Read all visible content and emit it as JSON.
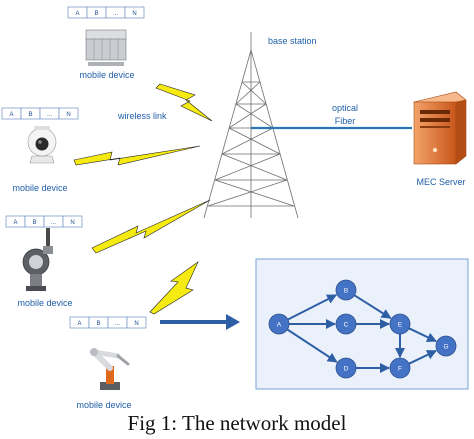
{
  "queue_cells": [
    "A",
    "B",
    "...",
    "N"
  ],
  "devices": [
    {
      "label": "mobile device"
    },
    {
      "label": "mobile device"
    },
    {
      "label": "mobile device"
    },
    {
      "label": "mobile device"
    }
  ],
  "labels": {
    "base_station": "base station",
    "wireless_link": "wireless link",
    "optical_fiber_line1": "optical",
    "optical_fiber_line2": "Fiber",
    "mec_server": "MEC Server"
  },
  "graph": {
    "nodes": [
      "A",
      "B",
      "C",
      "D",
      "E",
      "F",
      "G"
    ],
    "edges": [
      [
        "A",
        "B"
      ],
      [
        "A",
        "C"
      ],
      [
        "A",
        "D"
      ],
      [
        "B",
        "E"
      ],
      [
        "C",
        "E"
      ],
      [
        "D",
        "F"
      ],
      [
        "E",
        "F"
      ],
      [
        "E",
        "G"
      ],
      [
        "F",
        "G"
      ]
    ]
  },
  "caption": "Fig 1: The network model",
  "colors": {
    "label_blue": "#1f5fa8",
    "bolt_yellow": "#f5ea12",
    "fiber_blue": "#2e75b6",
    "node_blue": "#4472c4",
    "server_orange": "#e86d1f"
  }
}
